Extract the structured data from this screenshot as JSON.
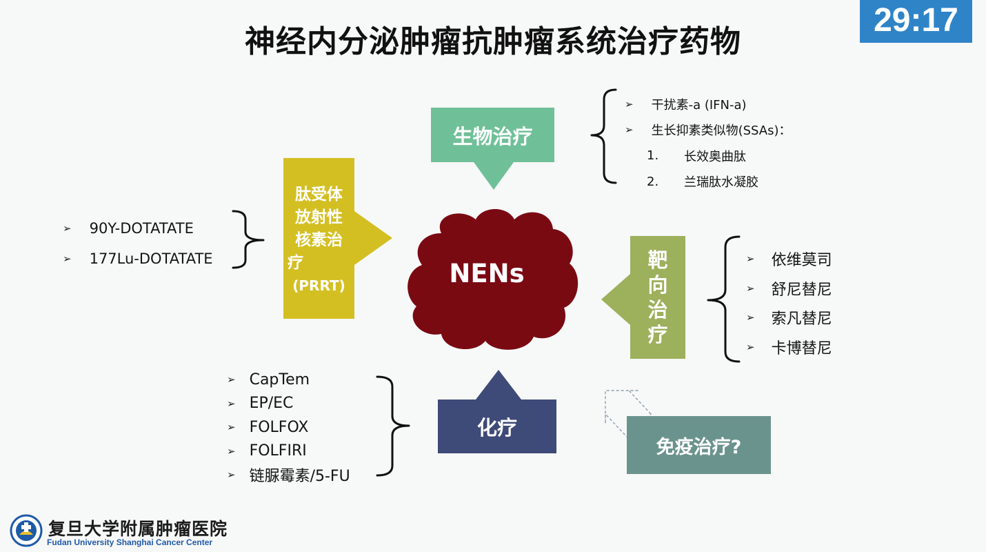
{
  "title": "神经内分泌肿瘤抗肿瘤系统治疗药物",
  "timer": "29:17",
  "center": {
    "label": "NENs",
    "color": "#7a0a12"
  },
  "bio": {
    "label": "生物治疗",
    "color": "#6fc098",
    "items": [
      {
        "marker": "➢",
        "text": "干扰素-a (IFN-a)"
      },
      {
        "marker": "➢",
        "text": "生长抑素类似物(SSAs)："
      },
      {
        "marker": "1.",
        "text": "长效奥曲肽"
      },
      {
        "marker": "2.",
        "text": "兰瑞肽水凝胶"
      }
    ]
  },
  "prrt": {
    "label_lines": [
      "肽受体",
      "放射性",
      "核素治",
      "疗",
      "(PRRT)"
    ],
    "color": "#d4bf23",
    "items": [
      "90Y-DOTATATE",
      "177Lu-DOTATATE"
    ]
  },
  "targeted": {
    "label_lines": [
      "靶",
      "向",
      "治",
      "疗"
    ],
    "color": "#9db05c",
    "items": [
      "依维莫司",
      "舒尼替尼",
      "索凡替尼",
      "卡博替尼"
    ]
  },
  "chemo": {
    "label": "化疗",
    "color": "#3e4a77",
    "items": [
      "CapTem",
      "EP/EC",
      "FOLFOX",
      "FOLFIRI",
      "链脲霉素/5-FU"
    ]
  },
  "immuno": {
    "label": "免疫治疗?",
    "color": "#6b938e"
  },
  "logo": {
    "name_cn": "复旦大学附属肿瘤医院",
    "name_en": "Fudan University Shanghai Cancer Center"
  }
}
